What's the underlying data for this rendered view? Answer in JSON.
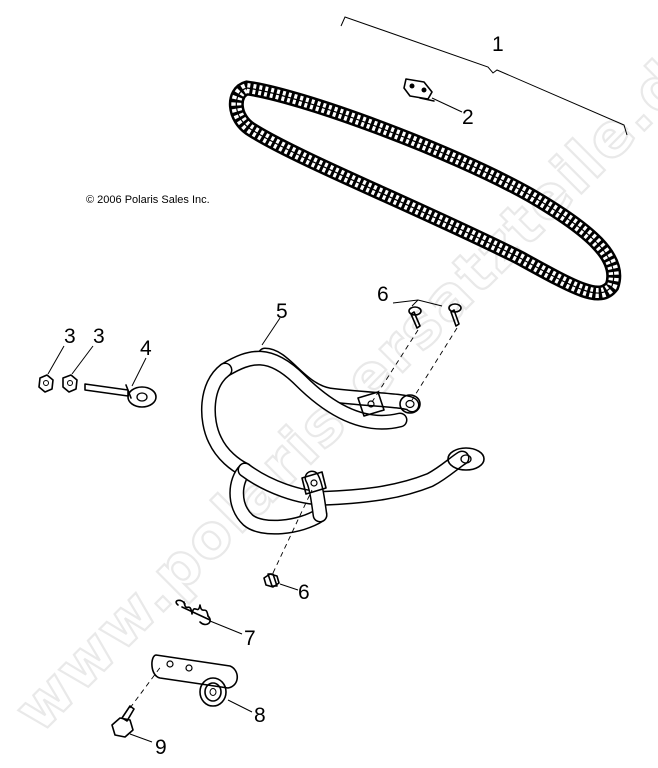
{
  "copyright": "© 2006 Polaris Sales Inc.",
  "watermark": "www.polaris-ersatzteile.de",
  "callouts": [
    {
      "id": "1",
      "label": "1"
    },
    {
      "id": "2",
      "label": "2"
    },
    {
      "id": "3a",
      "label": "3"
    },
    {
      "id": "3b",
      "label": "3"
    },
    {
      "id": "4",
      "label": "4"
    },
    {
      "id": "5",
      "label": "5"
    },
    {
      "id": "6a",
      "label": "6"
    },
    {
      "id": "6b",
      "label": "6"
    },
    {
      "id": "7",
      "label": "7"
    },
    {
      "id": "8",
      "label": "8"
    },
    {
      "id": "9",
      "label": "9"
    }
  ]
}
